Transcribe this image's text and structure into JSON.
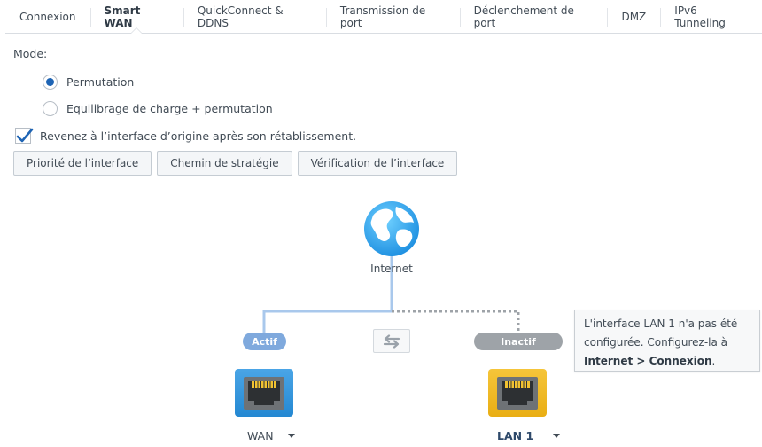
{
  "tabs": [
    {
      "label": "Connexion"
    },
    {
      "label": "Smart WAN"
    },
    {
      "label": "QuickConnect & DDNS"
    },
    {
      "label": "Transmission de port"
    },
    {
      "label": "Déclenchement de port"
    },
    {
      "label": "DMZ"
    },
    {
      "label": "IPv6 Tunneling"
    }
  ],
  "active_tab": "Smart WAN",
  "mode": {
    "label": "Mode:",
    "options": [
      {
        "label": "Permutation",
        "checked": true
      },
      {
        "label": "Equilibrage de charge + permutation",
        "checked": false
      }
    ]
  },
  "failback": {
    "label": "Revenez à l’interface d’origine après son rétablissement.",
    "checked": true
  },
  "buttons": {
    "priority": "Priorité de l’interface",
    "policy": "Chemin de stratégie",
    "check": "Vérification de l’interface"
  },
  "diagram": {
    "internet_label": "Internet",
    "wan": {
      "status": "Actif",
      "name": "WAN"
    },
    "lan": {
      "status": "Inactif",
      "name": "LAN 1"
    },
    "icons": [
      "globe-icon",
      "swap-arrows-icon",
      "ethernet-port-icon",
      "dropdown-caret-icon",
      "checkmark-icon"
    ],
    "colors": {
      "active": "#7fa9dd",
      "inactive": "#9ea3a8",
      "wan_port": "#2488d2",
      "lan_port": "#e9ae14",
      "accent": "#1e64b4"
    }
  },
  "tooltip": {
    "text_before": "L'interface LAN 1 n'a pas été configurée. Configurez-la à ",
    "link": "Internet > Connexion",
    "text_after": "."
  }
}
